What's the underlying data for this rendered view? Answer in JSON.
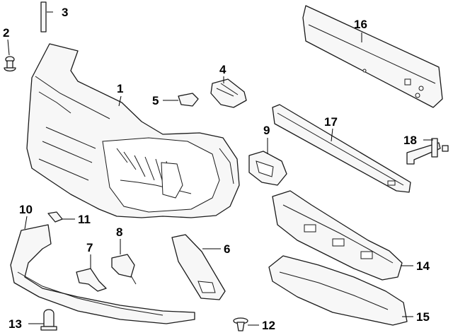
{
  "callouts": {
    "c1": "1",
    "c2": "2",
    "c3": "3",
    "c4": "4",
    "c5": "5",
    "c6": "6",
    "c7": "7",
    "c8": "8",
    "c9": "9",
    "c10": "10",
    "c11": "11",
    "c12": "12",
    "c13": "13",
    "c14": "14",
    "c15": "15",
    "c16": "16",
    "c17": "17",
    "c18": "18"
  },
  "colors": {
    "line": "#1a1a1a",
    "fill": "#f7f7f7",
    "background": "#ffffff"
  }
}
